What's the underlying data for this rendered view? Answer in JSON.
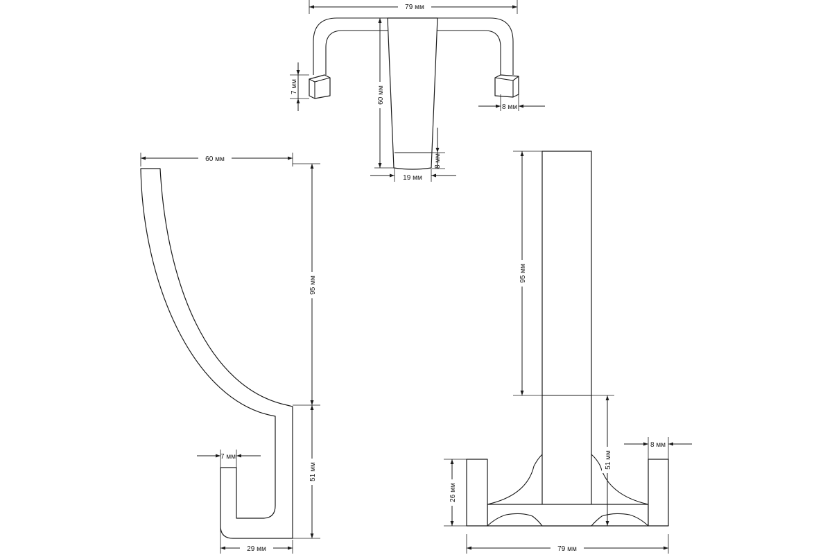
{
  "colors": {
    "line": "#1a1a1a",
    "background": "#ffffff"
  },
  "views": {
    "top": {
      "width": "79 мм",
      "depth": "60 мм",
      "post_height": "7 мм",
      "post_width": "8 мм",
      "tip_width": "19 мм",
      "tip_depth": "8 мм"
    },
    "side": {
      "projection": "60 мм",
      "upper_length": "95 мм",
      "lower_length": "51 мм",
      "hook_thickness": "7 мм",
      "base_depth": "29 мм"
    },
    "front": {
      "upper_length": "95 мм",
      "lower_length": "51 мм",
      "hook_height": "26 мм",
      "hook_width": "8 мм",
      "total_width": "79 мм"
    }
  }
}
